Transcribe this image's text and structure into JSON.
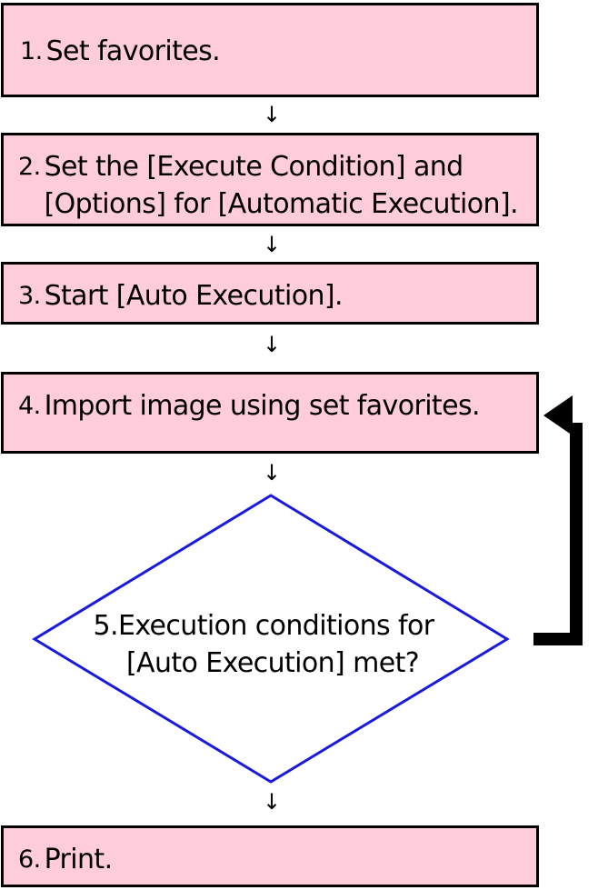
{
  "steps": [
    {
      "num": "1.",
      "text": "Set favorites."
    },
    {
      "num": "2.",
      "text": "Set the [Execute Condition] and\n[Options] for [Automatic Execution]."
    },
    {
      "num": "3.",
      "text": "Start [Auto Execution]."
    },
    {
      "num": "4.",
      "text": "Import image using set favorites."
    },
    {
      "num": "6.",
      "text": "Print."
    }
  ],
  "decision": {
    "line1": "5.Execution conditions for",
    "line2": "[Auto Execution] met?"
  },
  "arrow_glyph": "↓",
  "colors": {
    "step_fill": "#ffccd9",
    "step_border": "#000000",
    "decision_border": "#1a1adc",
    "loop_arrow": "#000000"
  }
}
